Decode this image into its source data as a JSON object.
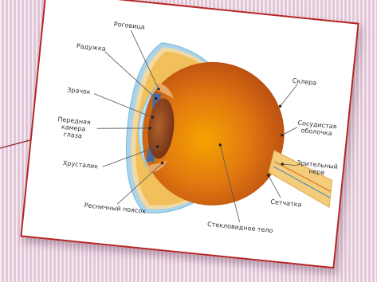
{
  "diagram": {
    "labels": {
      "cornea": "Роговица",
      "iris": "Радужка",
      "pupil": "Зрачок",
      "anterior_chamber": "Передняя\nкамера\nглаза",
      "lens": "Хрусталик",
      "ciliary_zonule": "Ресничный поясок",
      "vitreous_body": "Стекловидное тело",
      "retina": "Сетчатка",
      "optic_nerve": "Зрительный\nнерв",
      "choroid": "Сосудистая\nоболочка",
      "sclera": "Склера"
    }
  }
}
